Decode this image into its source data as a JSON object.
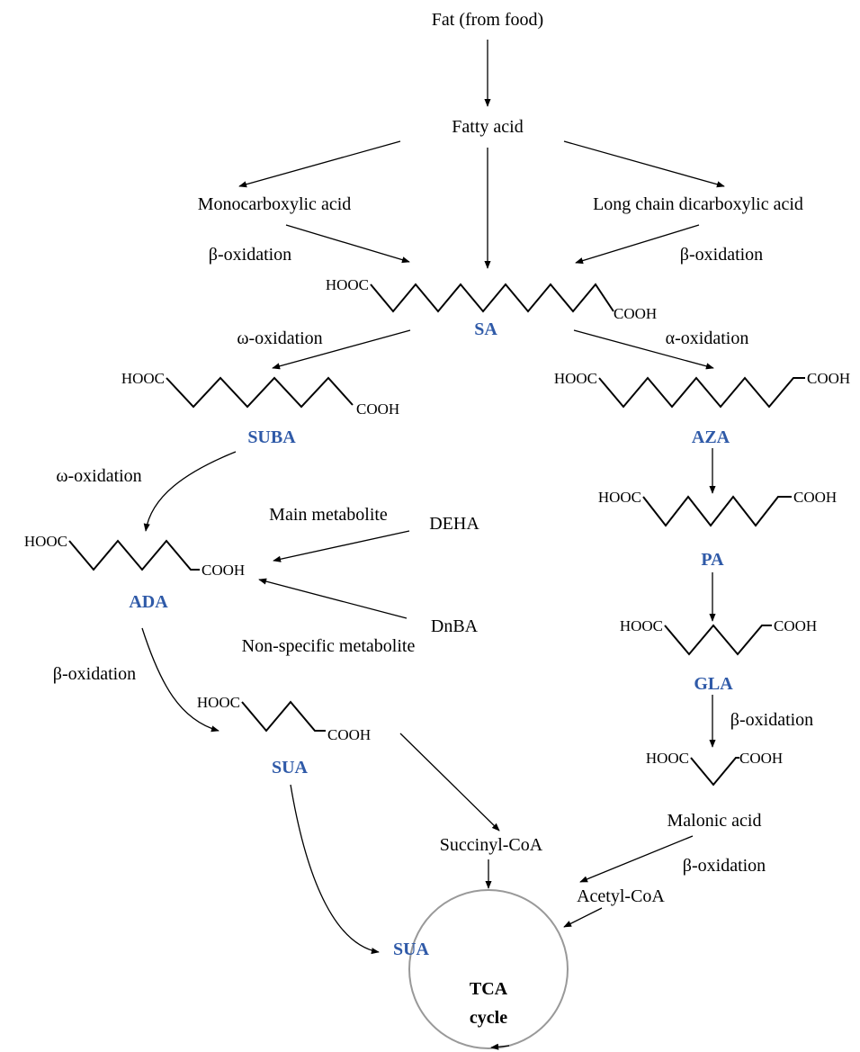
{
  "colors": {
    "metabolite": "#2f5aa8",
    "arrow": "#000000",
    "cycle": "#999999"
  },
  "nodes": {
    "fat": "Fat (from food)",
    "fatty_acid": "Fatty acid",
    "mono": "Monocarboxylic acid",
    "long_chain": "Long chain dicarboxylic acid",
    "beta_left": "β-oxidation",
    "beta_right": "β-oxidation",
    "omega_1": "ω-oxidation",
    "alpha": "α-oxidation",
    "omega_2": "ω-oxidation",
    "main_metabolite": "Main metabolite",
    "deha": "DEHA",
    "dnba": "DnBA",
    "nonspecific": "Non-specific metabolite",
    "beta_ada": "β-oxidation",
    "beta_gla": "β-oxidation",
    "malonic": "Malonic acid",
    "beta_malonic": "β-oxidation",
    "succinyl": "Succinyl-CoA",
    "acetyl": "Acetyl-CoA",
    "tca_line1": "TCA",
    "tca_line2": "cycle"
  },
  "groups": {
    "hooc": "HOOC",
    "cooh": "COOH"
  },
  "metabolites": {
    "sa": "SA",
    "suba": "SUBA",
    "aza": "AZA",
    "ada": "ADA",
    "pa": "PA",
    "gla": "GLA",
    "sua": "SUA",
    "sua_cycle": "SUA"
  }
}
